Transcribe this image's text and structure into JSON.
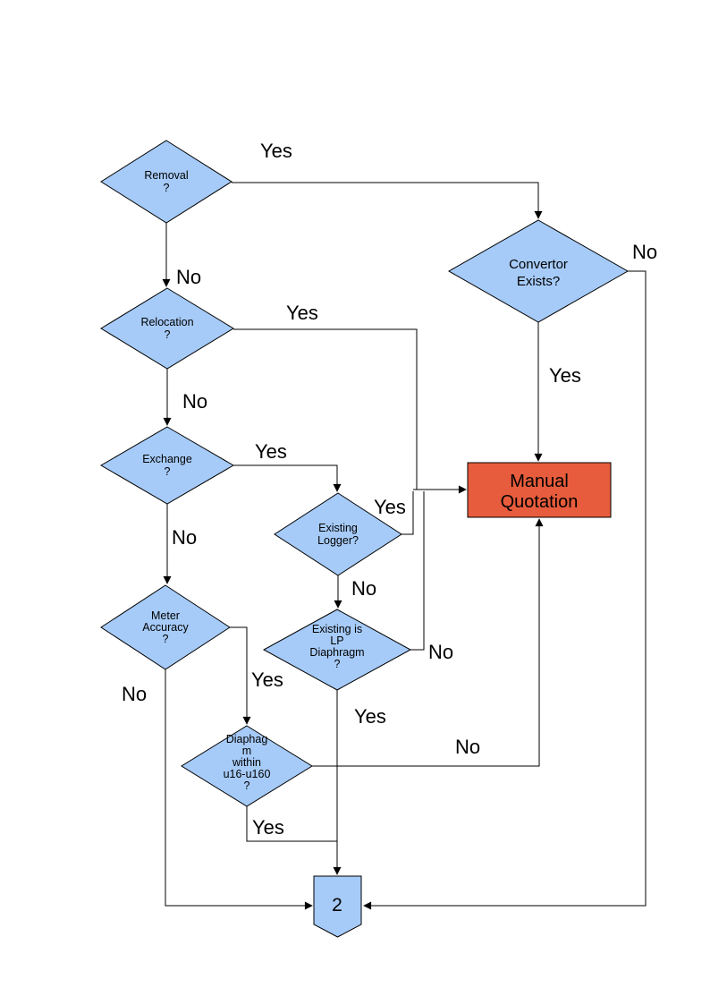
{
  "colors": {
    "decision_fill": "#A6CBF8",
    "process_fill": "#E75C3C",
    "connector_fill": "#A6CBF8",
    "line": "#000000"
  },
  "nodes": {
    "removal": {
      "l1": "Removal",
      "l2": "?"
    },
    "convertor": {
      "l1": "Convertor",
      "l2": "Exists?"
    },
    "relocation": {
      "l1": "Relocation",
      "l2": "?"
    },
    "exchange": {
      "l1": "Exchange",
      "l2": "?"
    },
    "existing_logger": {
      "l1": "Existing",
      "l2": "Logger?"
    },
    "meter_accuracy": {
      "l1": "Meter",
      "l2": "Accuracy",
      "l3": "?"
    },
    "existing_lp": {
      "l1": "Existing is",
      "l2": "LP",
      "l3": "Diaphragm",
      "l4": "?"
    },
    "diaphragm_range": {
      "l1": "Diaphag",
      "l2": "m",
      "l3": "within",
      "l4": "u16-u160",
      "l5": "?"
    },
    "manual_quotation": {
      "l1": "Manual",
      "l2": "Quotation"
    },
    "offpage_connector": {
      "label": "2"
    }
  },
  "edge_labels": {
    "removal_yes": "Yes",
    "removal_no": "No",
    "convertor_no": "No",
    "convertor_yes": "Yes",
    "relocation_yes": "Yes",
    "relocation_no": "No",
    "exchange_yes": "Yes",
    "exchange_no": "No",
    "logger_yes": "Yes",
    "logger_no": "No",
    "lp_no": "No",
    "lp_yes": "Yes",
    "meter_yes": "Yes",
    "meter_no": "No",
    "diaphragm_no": "No",
    "diaphragm_yes": "Yes"
  }
}
